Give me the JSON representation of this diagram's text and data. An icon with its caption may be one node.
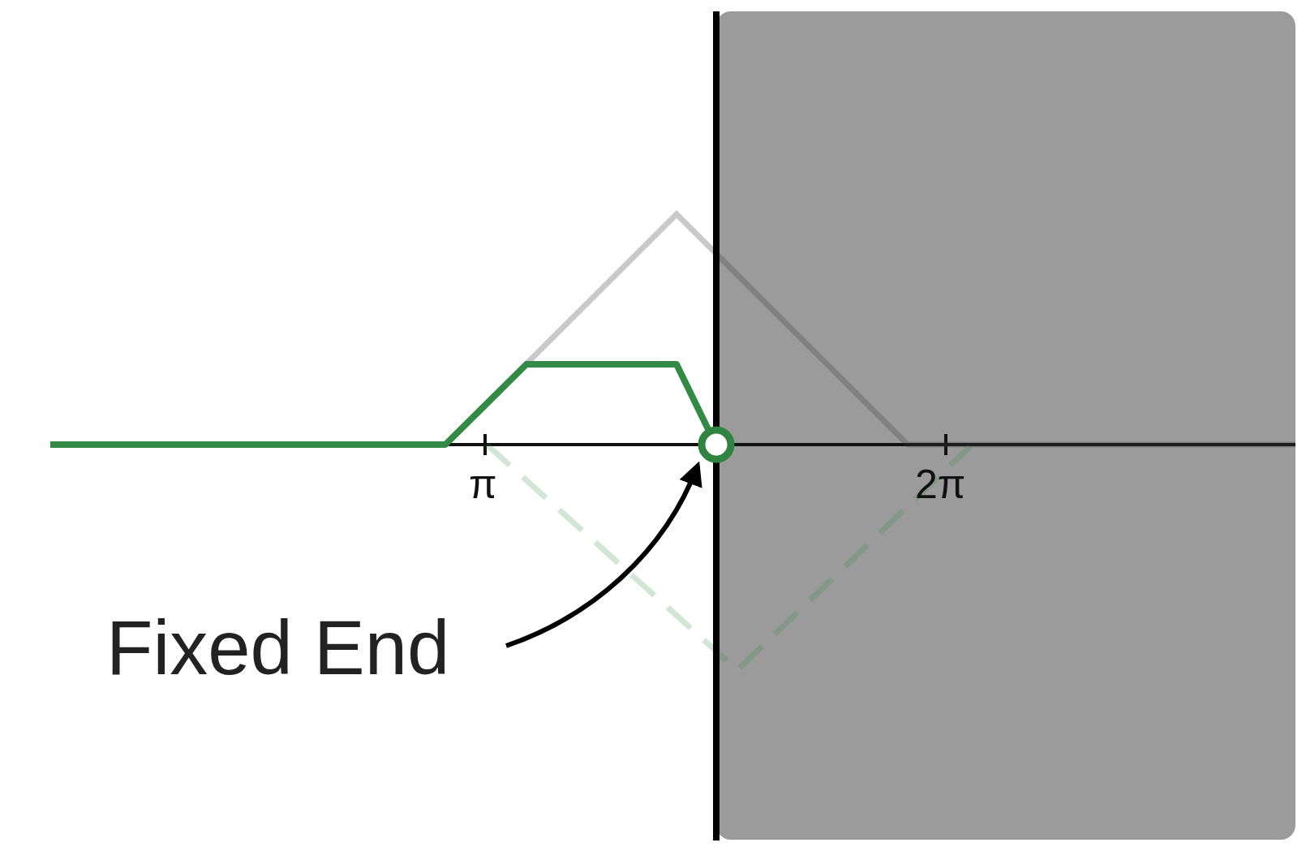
{
  "diagram": {
    "nodes": [
      {
        "text": [
          "Fixed End"
        ]
      },
      {
        "text": [],
        "shape": "circle"
      }
    ],
    "edges": [
      {
        "from": 0,
        "to": 1,
        "arrow": "to"
      }
    ],
    "labels": [
      "π",
      "2π"
    ]
  }
}
